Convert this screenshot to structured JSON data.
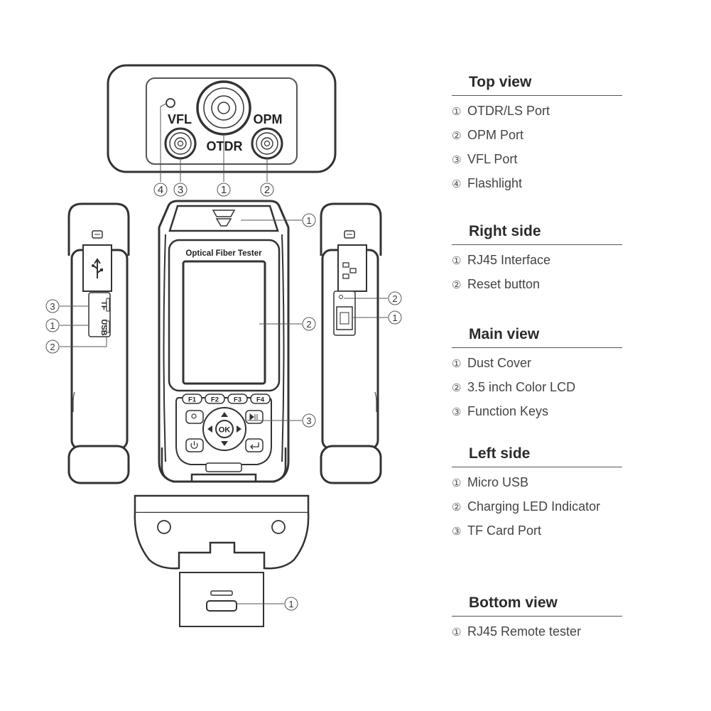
{
  "device": {
    "port_labels": {
      "vfl": "VFL",
      "otdr": "OTDR",
      "opm": "OPM"
    },
    "screen_title": "Optical Fiber Tester",
    "function_keys": [
      "F1",
      "F2",
      "F3",
      "F4"
    ],
    "ok_label": "OK",
    "left_side_labels": {
      "tf": "TF",
      "usb": "USB"
    },
    "callout_top": [
      "4",
      "3",
      "1",
      "2"
    ]
  },
  "legend": [
    {
      "title": "Top view",
      "items": [
        {
          "num": "①",
          "label": "OTDR/LS Port"
        },
        {
          "num": "②",
          "label": "OPM Port"
        },
        {
          "num": "③",
          "label": "VFL Port"
        },
        {
          "num": "④",
          "label": "Flashlight"
        }
      ]
    },
    {
      "title": "Right side",
      "items": [
        {
          "num": "①",
          "label": "RJ45 Interface"
        },
        {
          "num": "②",
          "label": "Reset button"
        }
      ]
    },
    {
      "title": "Main view",
      "items": [
        {
          "num": "①",
          "label": "Dust Cover"
        },
        {
          "num": "②",
          "label": "3.5 inch Color LCD"
        },
        {
          "num": "③",
          "label": "Function Keys"
        }
      ]
    },
    {
      "title": "Left side",
      "items": [
        {
          "num": "①",
          "label": "Micro USB"
        },
        {
          "num": "②",
          "label": "Charging LED Indicator"
        },
        {
          "num": "③",
          "label": "TF Card Port"
        }
      ]
    },
    {
      "title": "Bottom view",
      "items": [
        {
          "num": "①",
          "label": "RJ45 Remote tester"
        }
      ]
    }
  ]
}
